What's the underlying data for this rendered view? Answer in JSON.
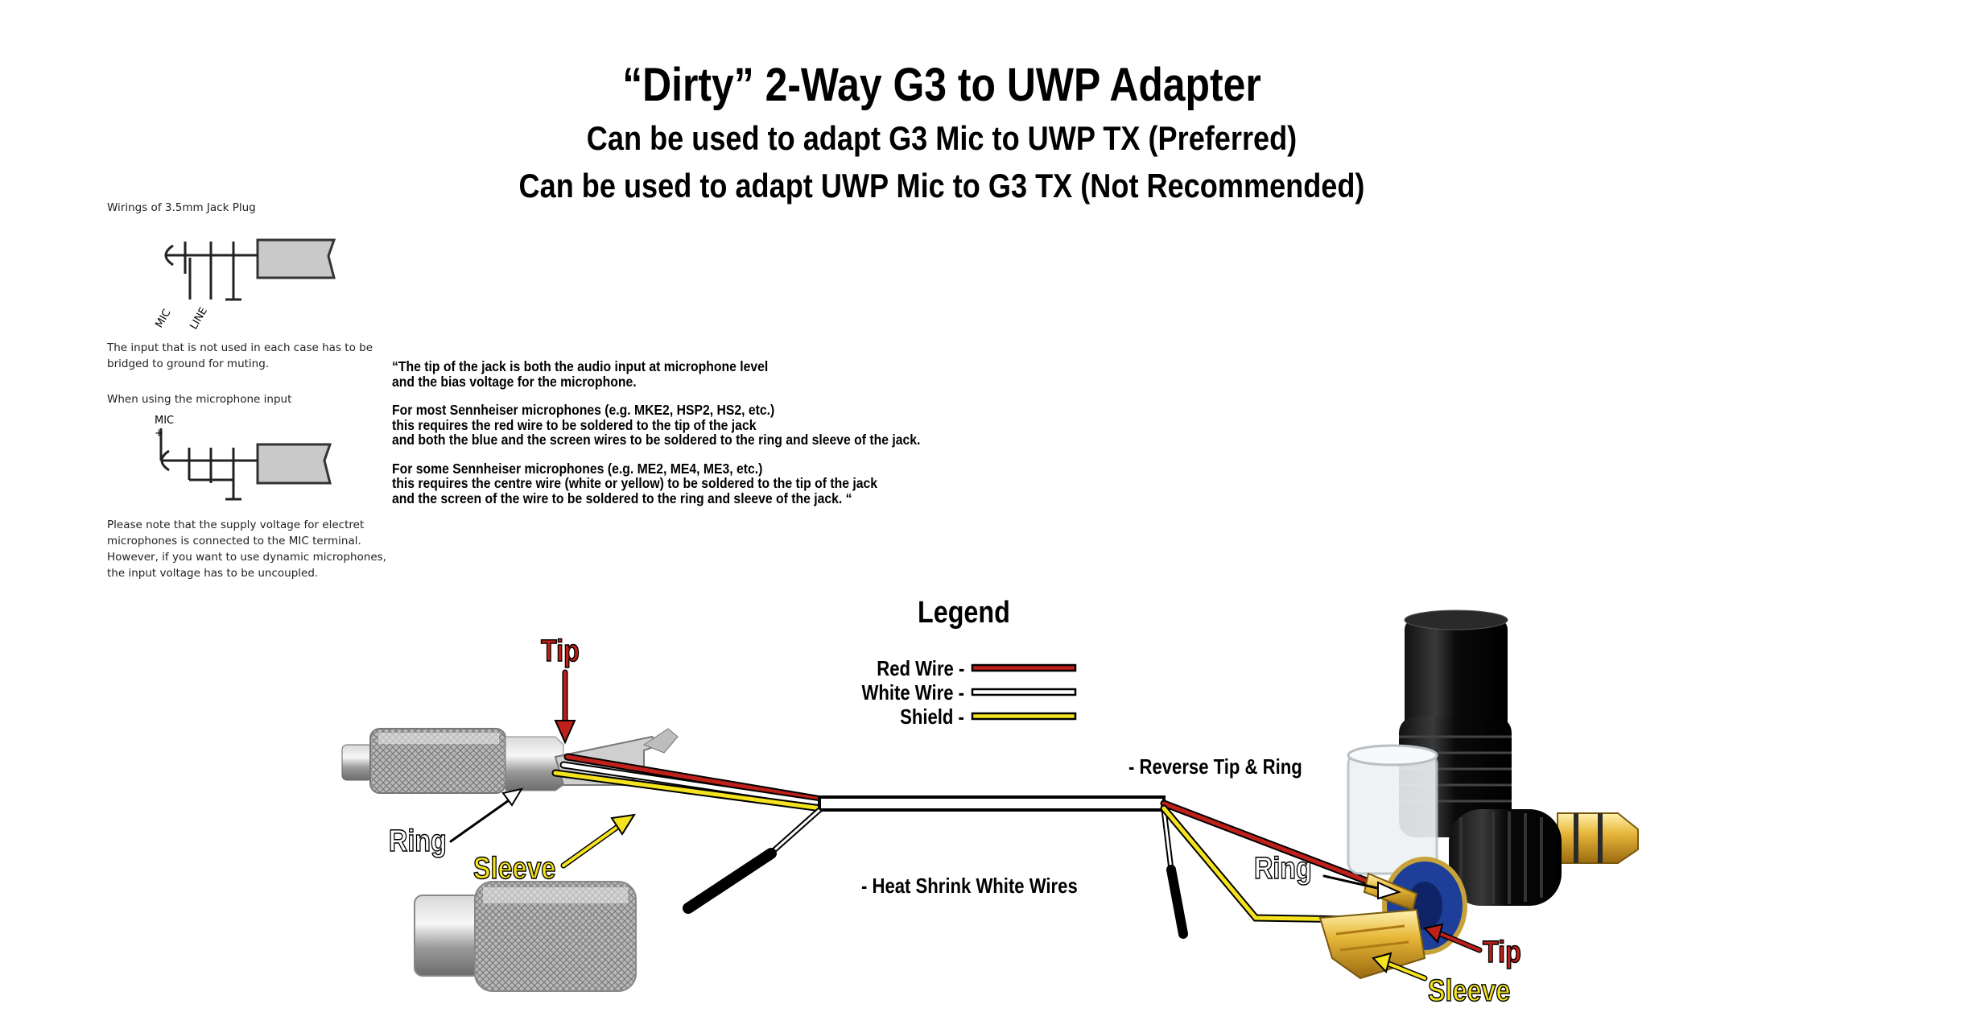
{
  "header": {
    "title": "“Dirty” 2-Way G3 to UWP Adapter",
    "subtitle1": "Can be used to adapt G3 Mic to UWP TX (Preferred)",
    "subtitle2": "Can be used to adapt UWP Mic to G3 TX (Not Recommended)"
  },
  "manual": {
    "heading1": "Wirings of 3.5mm Jack Plug",
    "label_mic": "MIC",
    "label_line": "LINE",
    "note1_line1": "The input that is not used in each case has to be",
    "note1_line2": "bridged to ground for muting.",
    "heading2": "When using the microphone input",
    "label_mic2": "MIC",
    "plus": "+",
    "note2_line1": "Please note that the supply voltage for electret",
    "note2_line2": "microphones is connected to the MIC terminal.",
    "note2_line3": "However, if you want to use dynamic microphones,",
    "note2_line4": "the input voltage has to be uncoupled."
  },
  "quote": {
    "p1_l1": "“The tip of the jack is both the audio input at microphone level",
    "p1_l2": "and the bias voltage for the microphone.",
    "p2_l1": "For most Sennheiser microphones (e.g. MKE2, HSP2, HS2, etc.)",
    "p2_l2": "this requires the red wire to be soldered to the tip of the jack",
    "p2_l3": "and both the blue and the screen wires to be soldered to the ring and sleeve of the jack.",
    "p3_l1": "For some Sennheiser microphones (e.g. ME2, ME4, ME3, etc.)",
    "p3_l2": "this requires the centre wire (white or yellow) to be soldered to the tip of the jack",
    "p3_l3": "and the screen of the wire to be soldered to the ring and sleeve of the jack. “"
  },
  "legend": {
    "title": "Legend",
    "items": [
      {
        "label": "Red Wire -",
        "color": "#c0201a"
      },
      {
        "label": "White Wire -",
        "color": "#ffffff"
      },
      {
        "label": "Shield -",
        "color": "#f4e31e"
      }
    ]
  },
  "notes": {
    "reverse": "- Reverse Tip & Ring",
    "heat_shrink": "- Heat Shrink White Wires"
  },
  "callouts": {
    "left_tip": "Tip",
    "left_ring": "Ring",
    "left_sleeve": "Sleeve",
    "right_ring": "Ring",
    "right_tip": "Tip",
    "right_sleeve": "Sleeve"
  },
  "colors": {
    "red_wire": "#c0201a",
    "white_wire": "#ffffff",
    "shield": "#f4e31e",
    "outline": "#000000"
  }
}
